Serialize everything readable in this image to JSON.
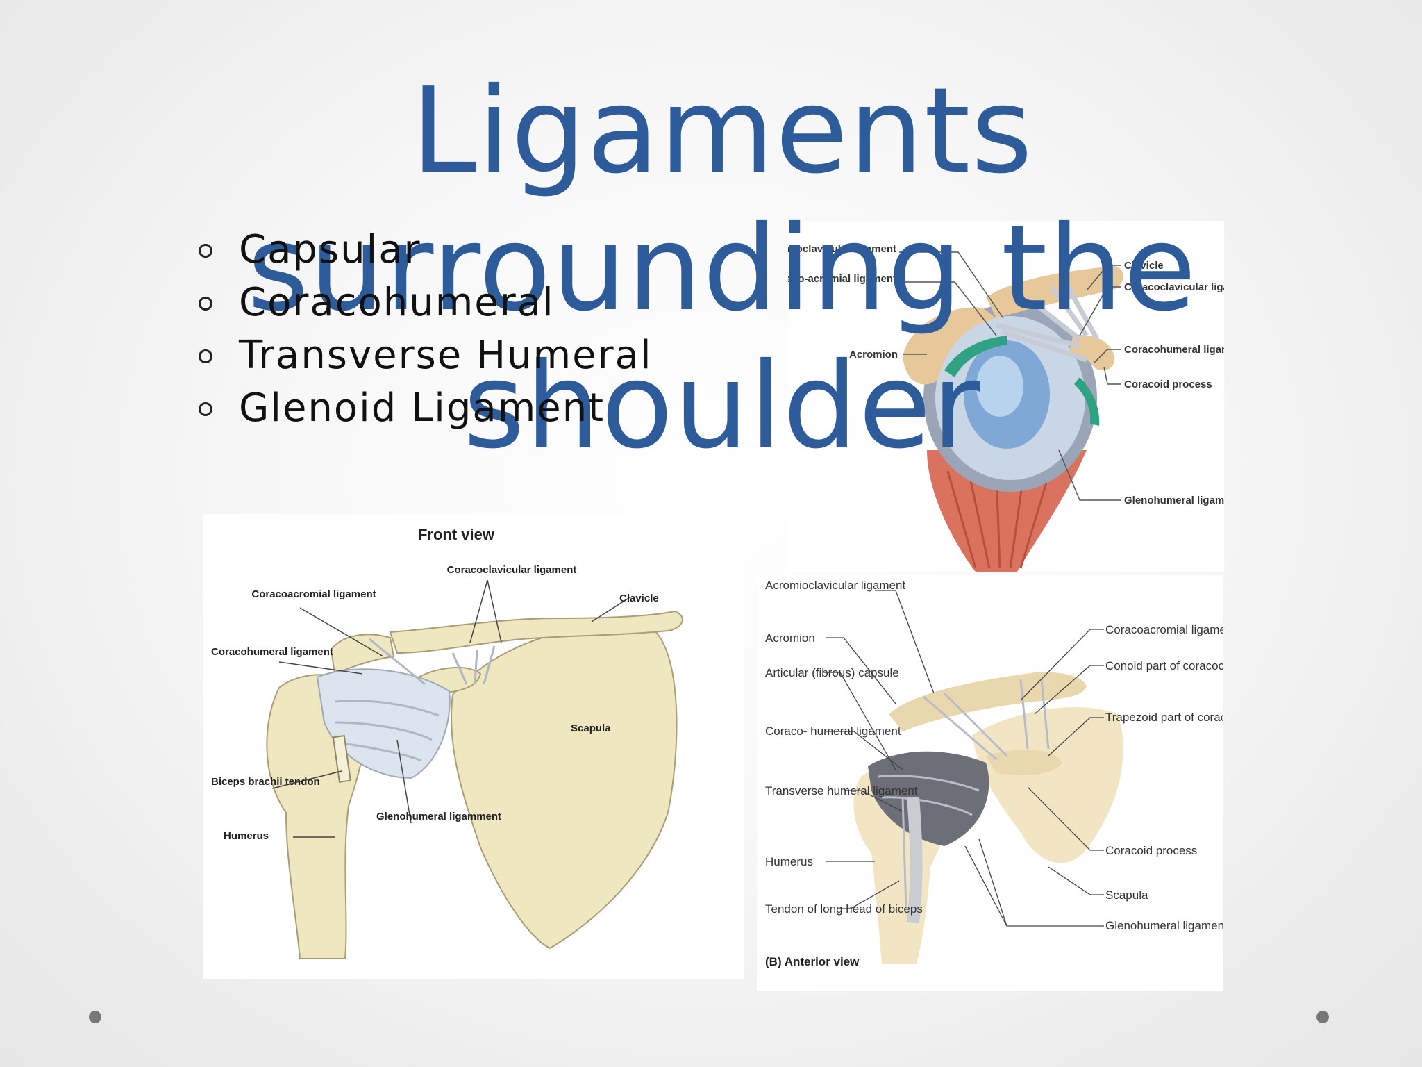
{
  "slide": {
    "title": "Ligaments surrounding the shoulder",
    "bullets": [
      "Capsular",
      "Coracohumeral",
      "Transverse Humeral",
      "Glenoid Ligament"
    ]
  },
  "figure_top_right": {
    "labels": [
      "Acromioclavicular ligament",
      "Coraco-acromial ligament",
      "Acromion",
      "Clavicle",
      "Coracoclavicular ligaments",
      "Coracohumeral ligament (cut)",
      "Coracoid process",
      "Glenohumeral ligaments"
    ]
  },
  "figure_front": {
    "heading": "Front view",
    "labels": [
      "Coracoclavicular ligament",
      "Coracoacromial ligament",
      "Clavicle",
      "Coracohumeral ligament",
      "Scapula",
      "Biceps brachii tendon",
      "Glenohumeral ligamment",
      "Humerus"
    ]
  },
  "figure_anterior": {
    "caption": "(B) Anterior view",
    "labels": [
      "Acromioclavicular ligament",
      "Acromion",
      "Articular (fibrous) capsule",
      "Coraco- humeral ligament",
      "Transverse humeral ligament",
      "Humerus",
      "Tendon of long head of biceps",
      "Coracoacromial ligament",
      "Conoid part of coracoclavicular ligament",
      "Trapezoid part of coracoclavicular ligament",
      "Coracoid process",
      "Scapula",
      "Glenohumeral ligaments"
    ]
  },
  "colors": {
    "title": "#2E5C9B",
    "bone": "#EFE7C0",
    "muscle": "#D9725F",
    "cartilage": "#8FB4D9",
    "ligament": "#D0D4DA",
    "accent_green": "#2FA283"
  }
}
